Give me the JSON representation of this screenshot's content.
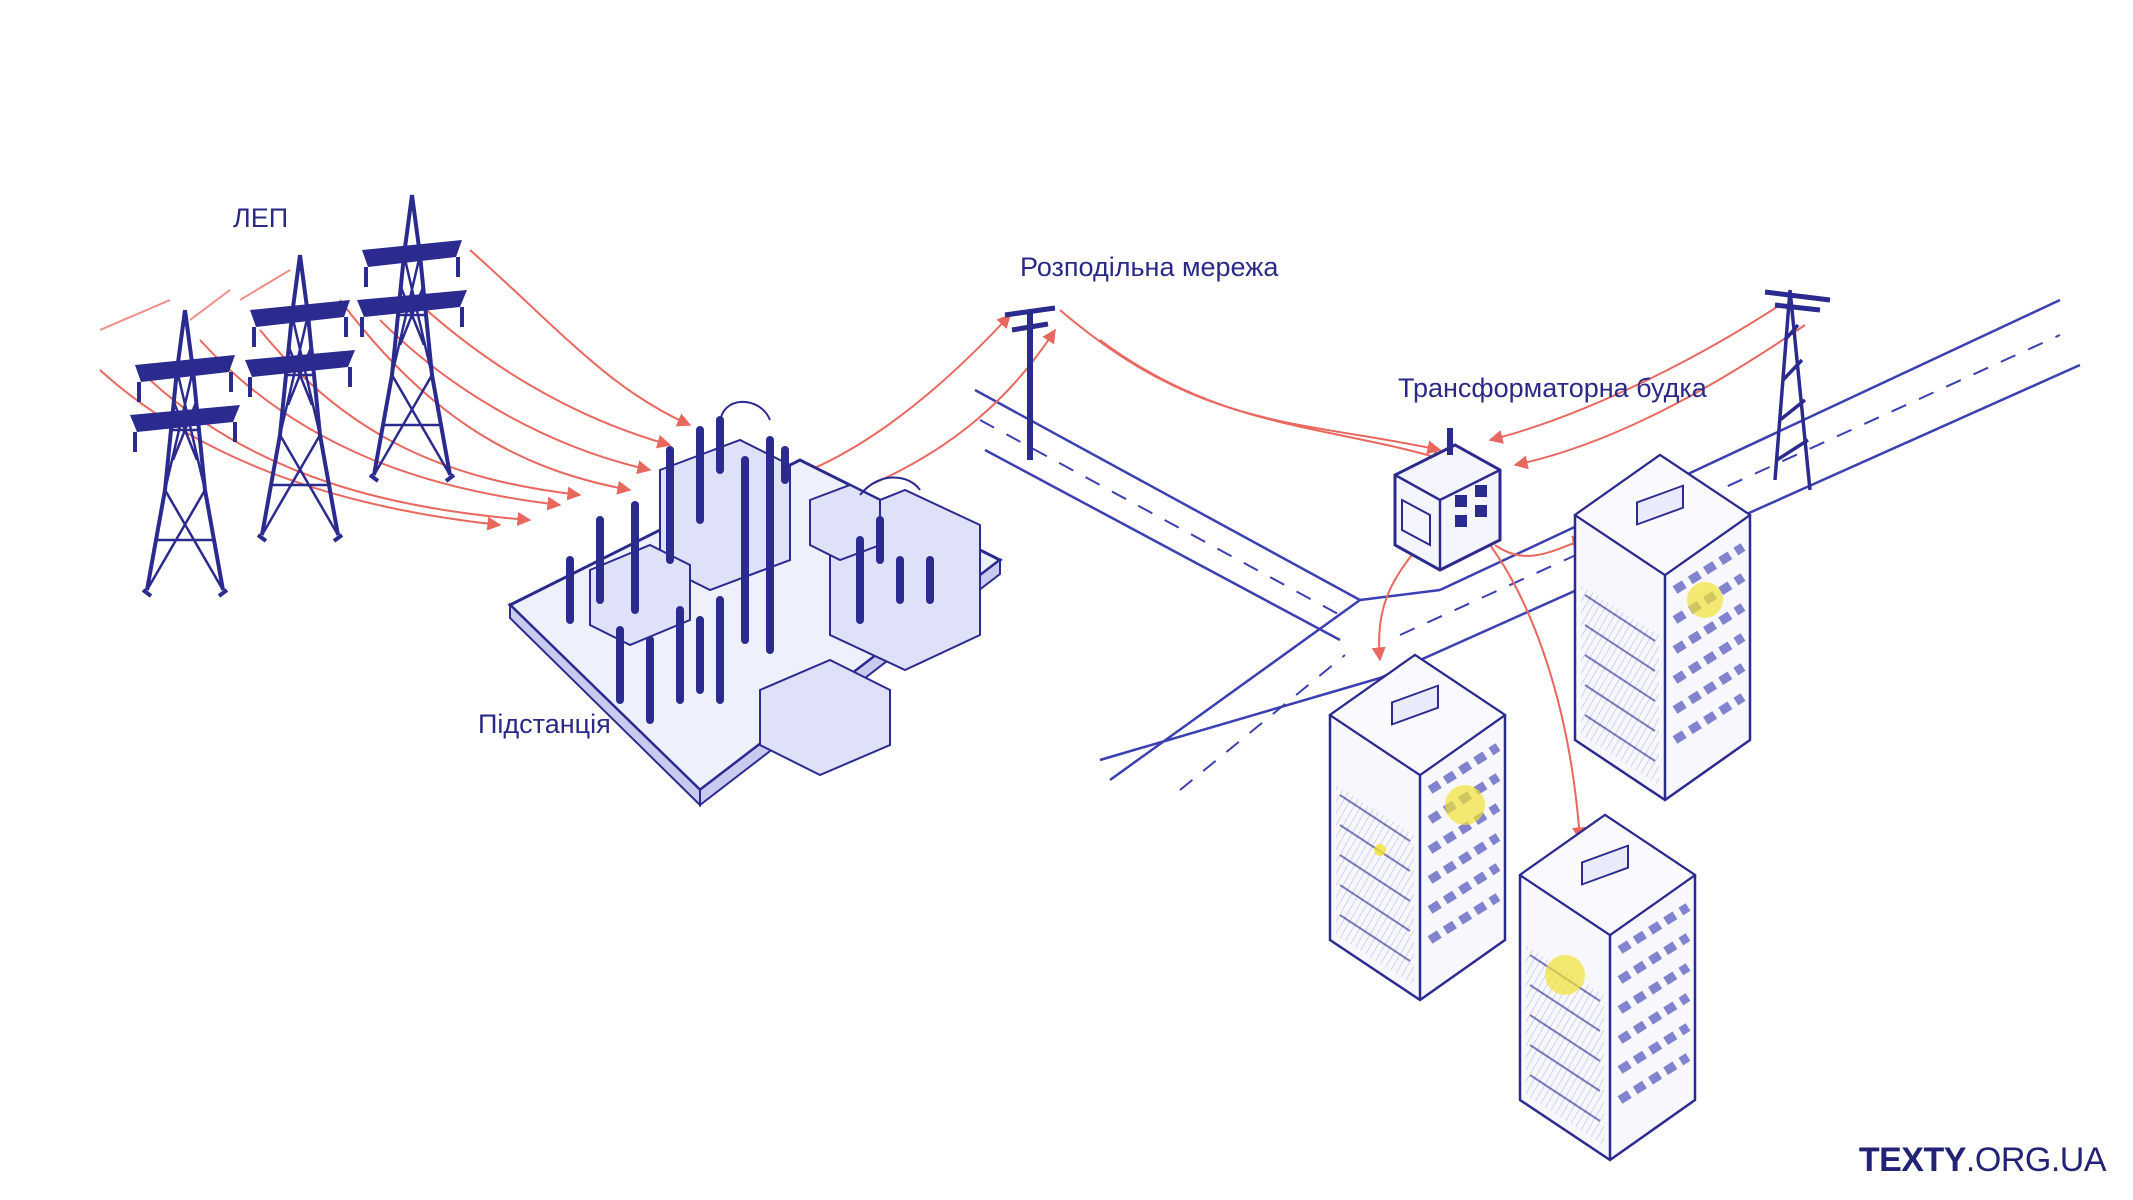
{
  "labels": {
    "lep": "ЛЕП",
    "distribution": "Розподільна мережа",
    "transformer": "Трансформаторна будка",
    "substation": "Підстанція"
  },
  "brand": {
    "name_bold": "TEXTY",
    "name_rest": ".ORG.UA"
  },
  "colors": {
    "ink": "#2b2b8f",
    "ink_light": "#8a8ed6",
    "arrow": "#e8685f",
    "highlight": "#f2e233",
    "background": "#ffffff"
  },
  "icons": [
    "power-tower-icon",
    "utility-pole-icon",
    "substation-icon",
    "transformer-box-icon",
    "apartment-building-icon",
    "road-icon"
  ]
}
